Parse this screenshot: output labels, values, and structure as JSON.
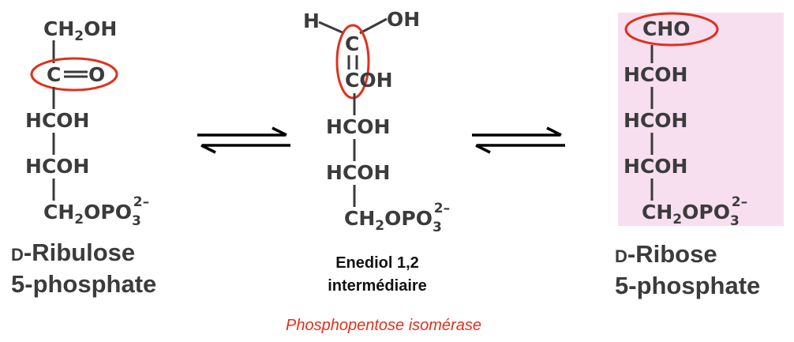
{
  "colors": {
    "highlight": "#e0301e",
    "ribose_panel": "#f7dff0",
    "text": "#3b3b3b"
  },
  "ribulose": {
    "atoms": [
      "CH",
      "2",
      "OH",
      "C",
      "O",
      "H",
      "C",
      "OH",
      "H",
      "C",
      "OH",
      "CH",
      "2",
      "OPO",
      "3",
      "2–"
    ],
    "name_prefix": "D",
    "name_line1": "-Ribulose",
    "name_line2": "5-phosphate"
  },
  "enediol": {
    "atoms": [
      "H",
      "C",
      "OH",
      "C",
      "OH",
      "H",
      "C",
      "OH",
      "H",
      "C",
      "OH",
      "CH",
      "2",
      "OPO",
      "3",
      "2–"
    ],
    "name_line1": "Enediol 1,2",
    "name_line2": "intermédiaire"
  },
  "ribose": {
    "atoms": [
      "CHO",
      "H",
      "C",
      "OH",
      "H",
      "C",
      "OH",
      "H",
      "C",
      "OH",
      "CH",
      "2",
      "OPO",
      "3",
      "2–"
    ],
    "name_prefix": "D",
    "name_line1": "-Ribose",
    "name_line2": "5-phosphate"
  },
  "enzyme": "Phosphopentose isomérase"
}
